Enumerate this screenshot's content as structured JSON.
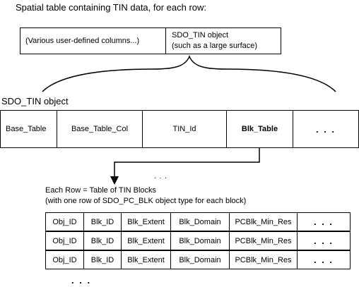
{
  "title": "Spatial table containing TIN data, for each row:",
  "spatial_table": {
    "col1": "(Various user-defined columns...)",
    "col2_line1": "SDO_TIN object",
    "col2_line2": "(such as a large surface)"
  },
  "sdo_tin_label": "SDO_TIN object",
  "sdo_tin_fields": [
    "Base_Table",
    "Base_Table_Col",
    "TIN_Id",
    "Blk_Table",
    ". . ."
  ],
  "ellipsis_small": ". . .",
  "each_row_line1": "Each Row = Table of TIN Blocks",
  "each_row_line2": "(with one row of SDO_PC_BLK object type for each block)",
  "blk_rows": [
    [
      "Obj_ID",
      "Blk_ID",
      "Blk_Extent",
      "Blk_Domain",
      "PCBlk_Min_Res",
      ". . ."
    ],
    [
      "Obj_ID",
      "Blk_ID",
      "Blk_Extent",
      "Blk_Domain",
      "PCBlk_Min_Res",
      ". . ."
    ],
    [
      "Obj_ID",
      "Blk_ID",
      "Blk_Extent",
      "Blk_Domain",
      "PCBlk_Min_Res",
      ". . ."
    ]
  ],
  "bottom_ellipsis": ". . ."
}
